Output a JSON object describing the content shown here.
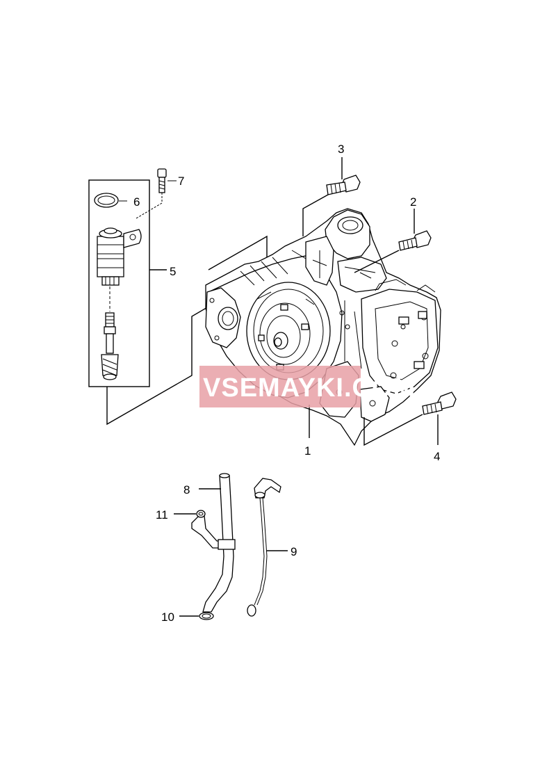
{
  "callouts": {
    "c1": "1",
    "c2": "2",
    "c3": "3",
    "c4": "4",
    "c5": "5",
    "c6": "6",
    "c7": "7",
    "c8": "8",
    "c9": "9",
    "c10": "10",
    "c11": "11"
  },
  "watermark": {
    "text": "VSEMAYKI.COM",
    "color": "#e8a0a6"
  }
}
